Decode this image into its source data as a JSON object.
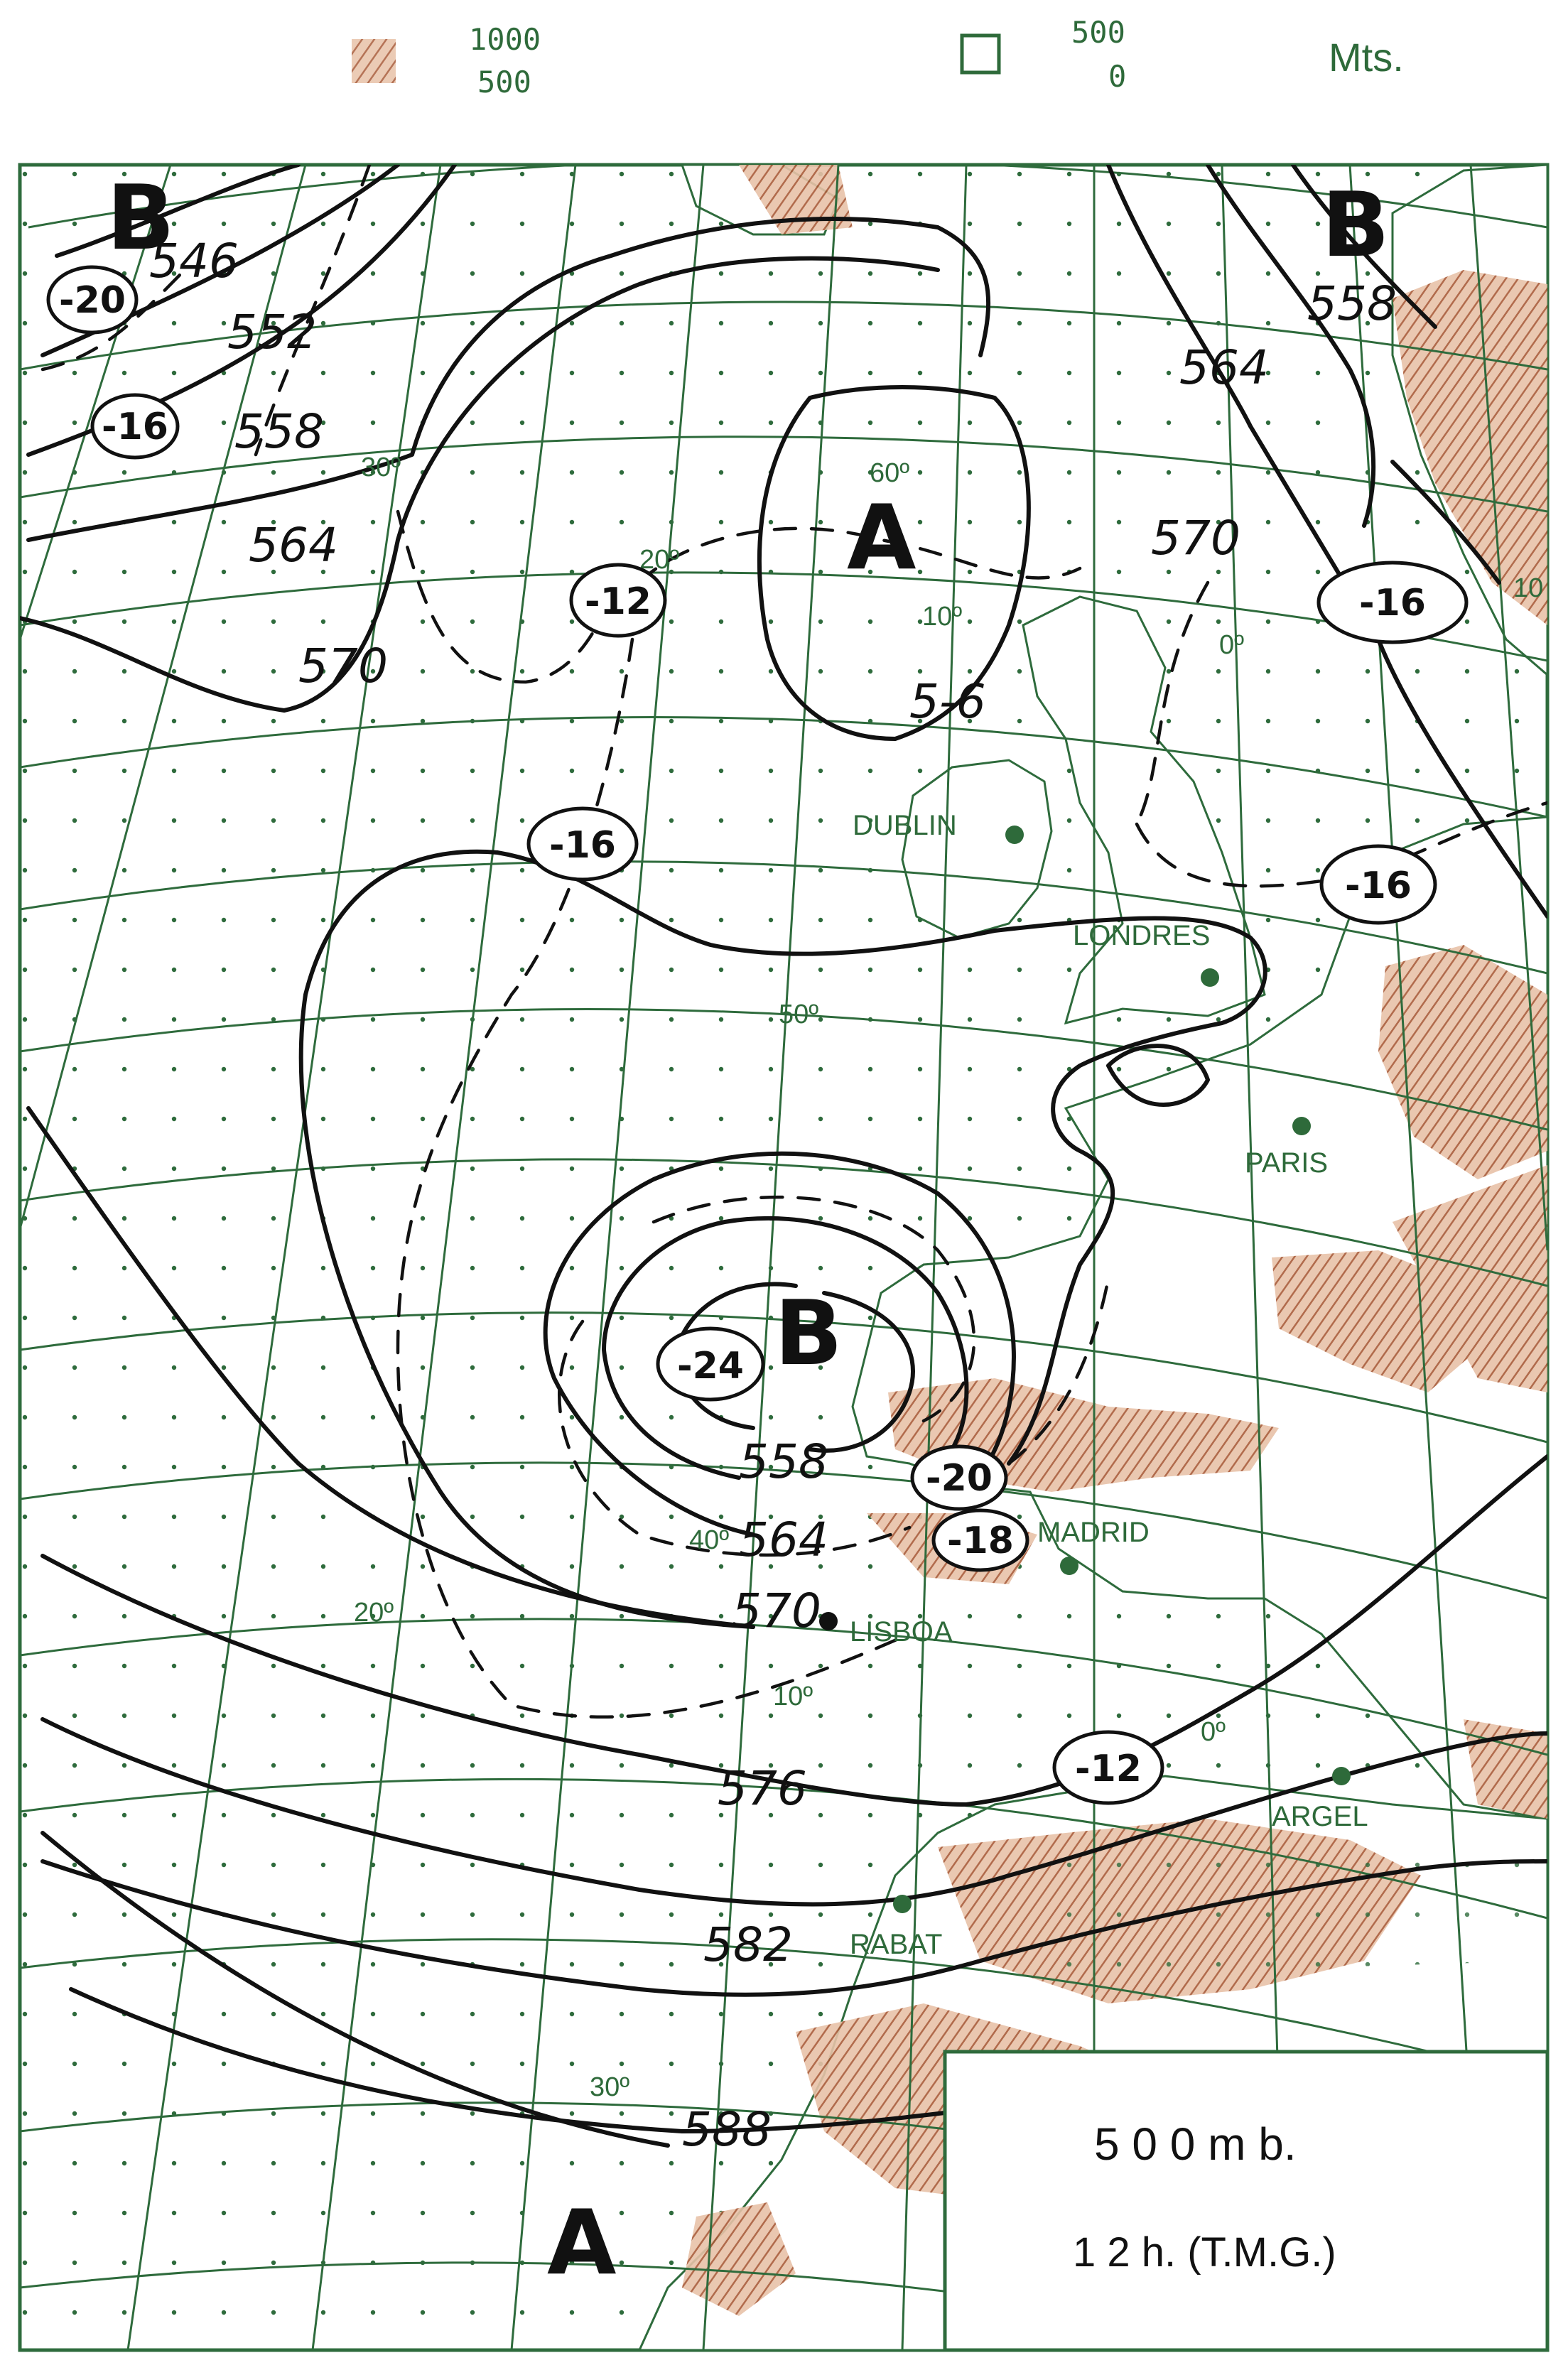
{
  "legend": {
    "high_range_top": "1000",
    "high_range_bottom": "500",
    "low_range_top": "500",
    "low_range_bottom": "0",
    "unit": "Mts."
  },
  "info_box": {
    "level": "5 0 0   m b.",
    "time": "1 2 h.   (T.M.G.)"
  },
  "cities": [
    "DUBLIN",
    "LONDRES",
    "PARIS",
    "MADRID",
    "LISBOA",
    "ARGEL",
    "RABAT"
  ],
  "latitude_labels": [
    "60º",
    "50º",
    "40º",
    "30º"
  ],
  "longitude_labels": [
    "30º",
    "20º",
    "10º",
    "0º",
    "10",
    "20º",
    "10º",
    "0º"
  ],
  "pressure_centers": [
    "B",
    "B",
    "A",
    "B",
    "A"
  ],
  "height_labels": [
    "546",
    "552",
    "558",
    "564",
    "570",
    "558",
    "564",
    "570",
    "5-6",
    "558",
    "564",
    "570",
    "576",
    "582",
    "588"
  ],
  "temperature_labels": [
    "-20",
    "-16",
    "-12",
    "-16",
    "-16",
    "-16",
    "-24",
    "-20",
    "-18",
    "-12"
  ],
  "colors": {
    "grid": "#2e6b3c",
    "relief": "#b87050",
    "ink": "#111111"
  }
}
